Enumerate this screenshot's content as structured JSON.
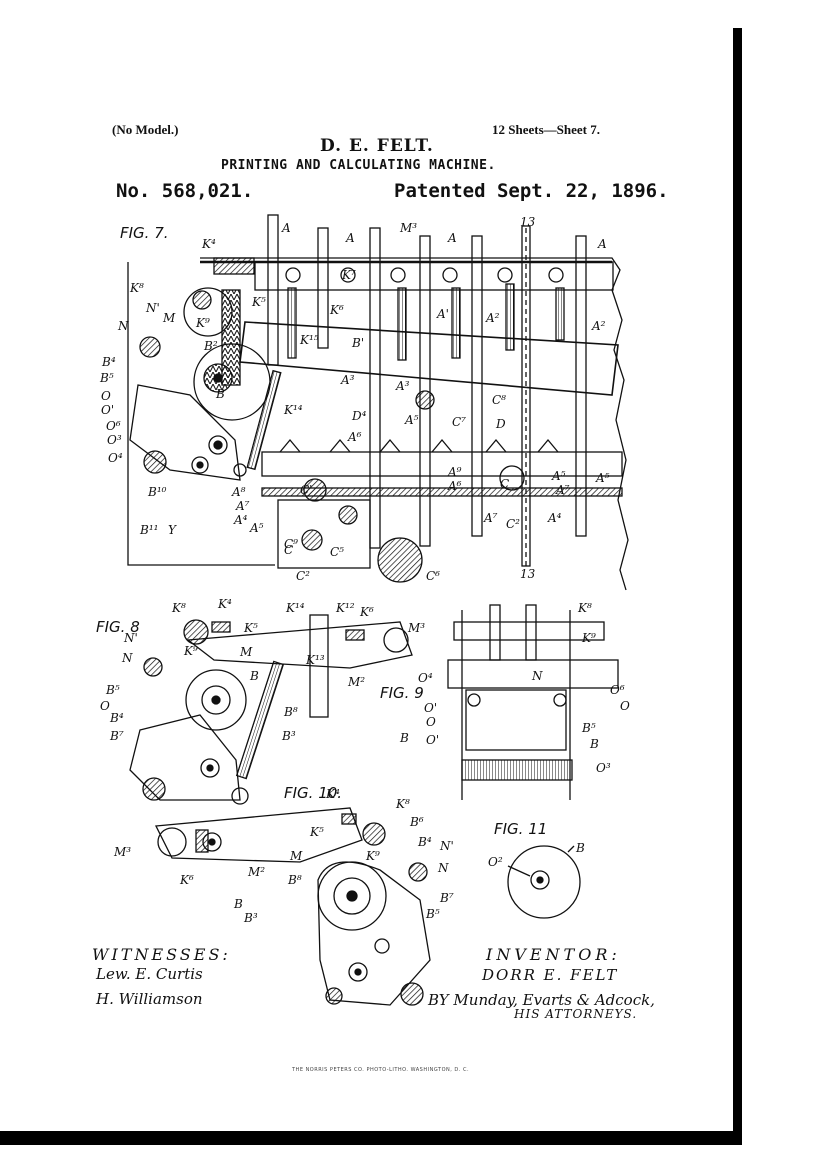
{
  "header": {
    "model": "(No Model.)",
    "sheets": "12 Sheets—Sheet 7.",
    "inventor": "D. E. FELT.",
    "title": "PRINTING AND CALCULATING MACHINE.",
    "patent_number": "No. 568,021.",
    "patent_date": "Patented Sept. 22, 1896."
  },
  "figures": {
    "fig7": "FIG. 7.",
    "fig8": "FIG. 8",
    "fig9": "FIG. 9",
    "fig10": "FIG. 10.",
    "fig11": "FIG. 11"
  },
  "refs": {
    "k4": "K⁴",
    "k8": "K⁸",
    "n1": "N'",
    "m": "M",
    "k9": "K⁹",
    "n": "N",
    "b4": "B⁴",
    "b5": "B⁵",
    "o": "O",
    "o1": "O'",
    "o6": "O⁶",
    "o3": "O³",
    "o4": "O⁴",
    "b2": "B²",
    "b": "B",
    "b10": "B¹⁰",
    "b11": "B¹¹",
    "y": "Y",
    "a": "A",
    "m3": "M³",
    "k7": "K⁷",
    "k5": "K⁵",
    "k6": "K⁶",
    "k15": "K¹⁵",
    "k14": "K¹⁴",
    "b1": "B'",
    "a1": "A'",
    "a2": "A²",
    "a3": "A³",
    "c8": "C⁸",
    "c7": "C⁷",
    "d": "D",
    "d4": "D⁴",
    "a5": "A⁵",
    "a6": "A⁶",
    "a7": "A⁷",
    "a8": "A⁸",
    "a9": "A⁹",
    "a4": "A⁴",
    "c": "C",
    "c1": "C'",
    "c2": "C²",
    "c5": "C⁵",
    "c6": "C⁶",
    "c9": "C⁹",
    "n13": "13",
    "k12": "K¹²",
    "k13": "K¹³",
    "m2": "M²",
    "b3": "B³",
    "b7": "B⁷",
    "b8": "B⁸",
    "b6": "B⁶",
    "o2": "O²"
  },
  "signatures": {
    "witnesses_label": "WITNESSES:",
    "witness1": "Lew. E. Curtis",
    "witness2": "H. Williamson",
    "inventor_label": "INVENTOR:",
    "inventor_name": "DORR E. FELT",
    "attorneys": "BY Munday, Evarts & Adcock,",
    "his_attorneys": "HIS ATTORNEYS."
  },
  "footer": {
    "printer": "THE NORRIS PETERS CO. PHOTO-LITHO. WASHINGTON, D. C."
  }
}
